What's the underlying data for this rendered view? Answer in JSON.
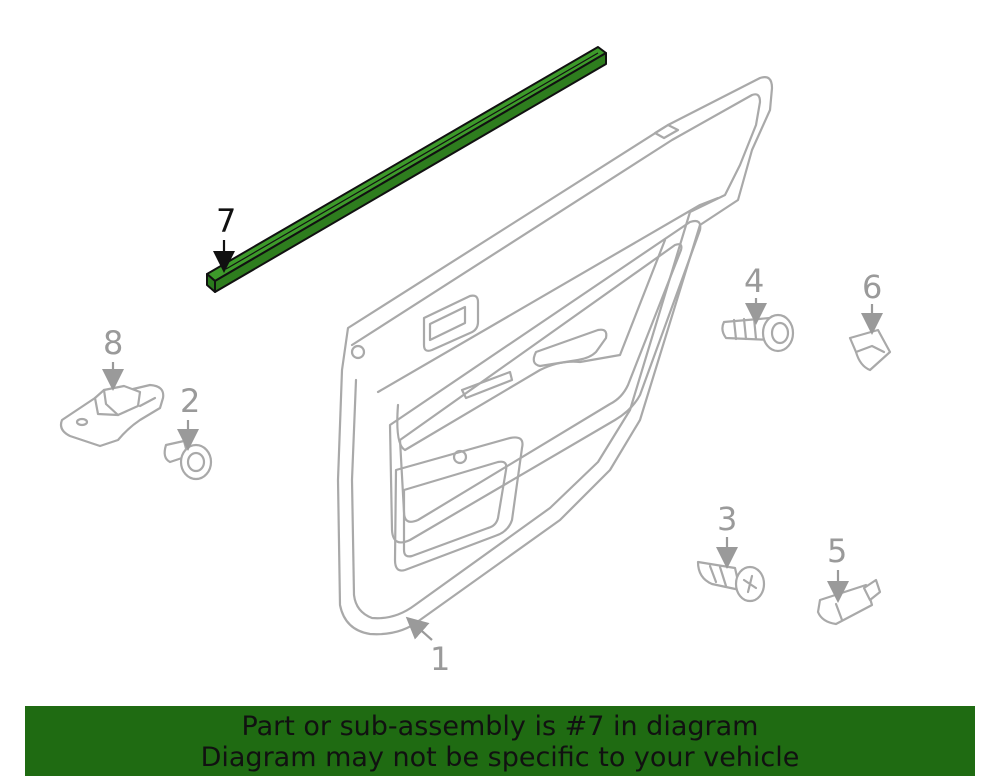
{
  "callouts": {
    "c1": "1",
    "c2": "2",
    "c3": "3",
    "c4": "4",
    "c5": "5",
    "c6": "6",
    "c7": "7",
    "c8": "8"
  },
  "highlight": {
    "part_number": "7",
    "color": "#2e7d1e"
  },
  "banner": {
    "line1": "Part or sub-assembly is #7 in diagram",
    "line2": "Diagram may not be specific to your vehicle",
    "background": "#1f6b12"
  }
}
